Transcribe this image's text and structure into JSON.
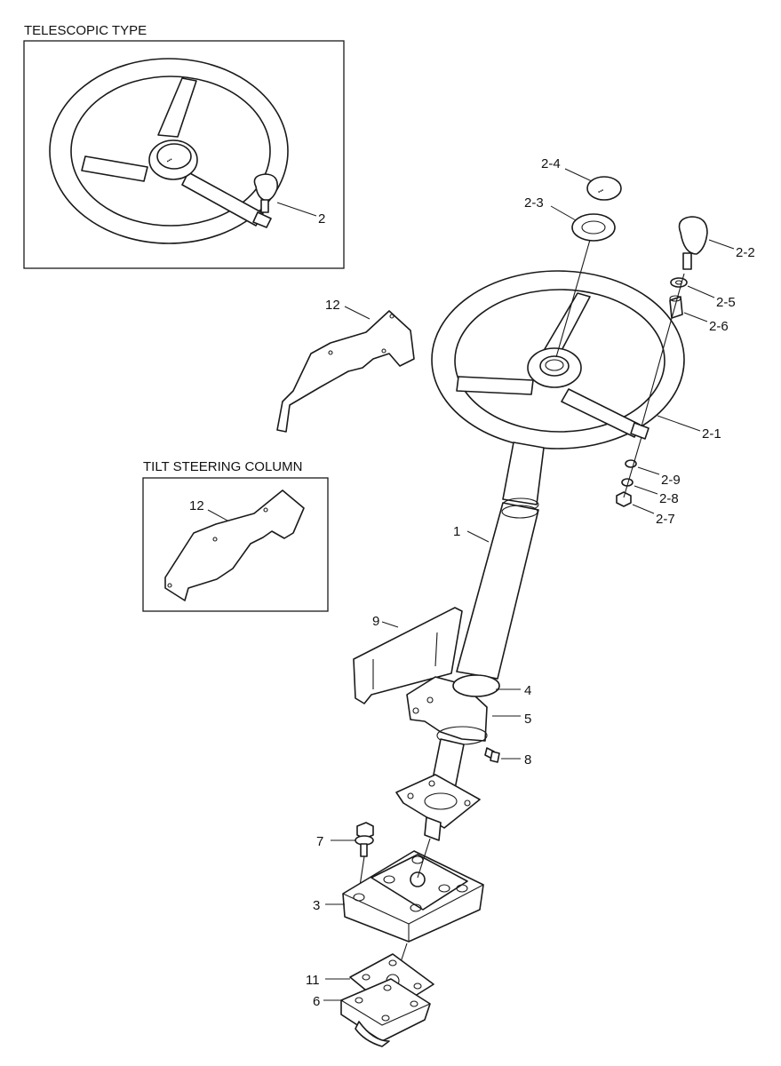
{
  "insets": {
    "telescopic": {
      "title": "TELESCOPIC TYPE",
      "part": "2"
    },
    "tilt": {
      "title": "TILT STEERING COLUMN",
      "part": "12"
    }
  },
  "labels": {
    "p1": "1",
    "p2_1": "2-1",
    "p2_2": "2-2",
    "p2_3": "2-3",
    "p2_4": "2-4",
    "p2_5": "2-5",
    "p2_6": "2-6",
    "p2_7": "2-7",
    "p2_8": "2-8",
    "p2_9": "2-9",
    "p3": "3",
    "p4": "4",
    "p5": "5",
    "p6": "6",
    "p7": "7",
    "p8": "8",
    "p9": "9",
    "p11": "11",
    "p12": "12"
  },
  "colors": {
    "line": "#1a1a1a",
    "background": "#ffffff"
  }
}
